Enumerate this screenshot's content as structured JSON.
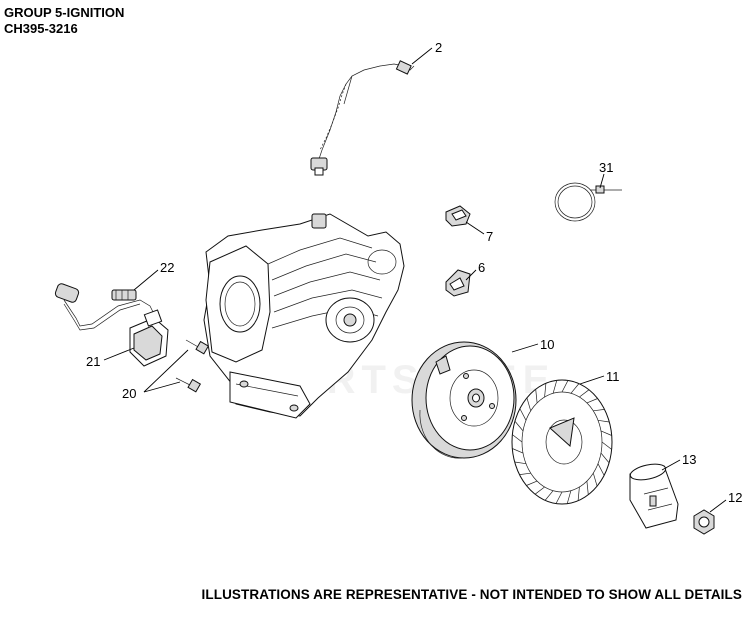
{
  "header": {
    "group_title": "GROUP 5-IGNITION",
    "model_code": "CH395-3216"
  },
  "callouts": [
    {
      "id": "2",
      "label": "2"
    },
    {
      "id": "31",
      "label": "31"
    },
    {
      "id": "7",
      "label": "7"
    },
    {
      "id": "6",
      "label": "6"
    },
    {
      "id": "22",
      "label": "22"
    },
    {
      "id": "21",
      "label": "21"
    },
    {
      "id": "20",
      "label": "20"
    },
    {
      "id": "10",
      "label": "10"
    },
    {
      "id": "11",
      "label": "11"
    },
    {
      "id": "13",
      "label": "13"
    },
    {
      "id": "12",
      "label": "12"
    }
  ],
  "footer": {
    "disclaimer": "ILLUSTRATIONS ARE REPRESENTATIVE - NOT INTENDED TO SHOW ALL DETAILS"
  },
  "watermark": {
    "text": "PARTSTREE"
  }
}
